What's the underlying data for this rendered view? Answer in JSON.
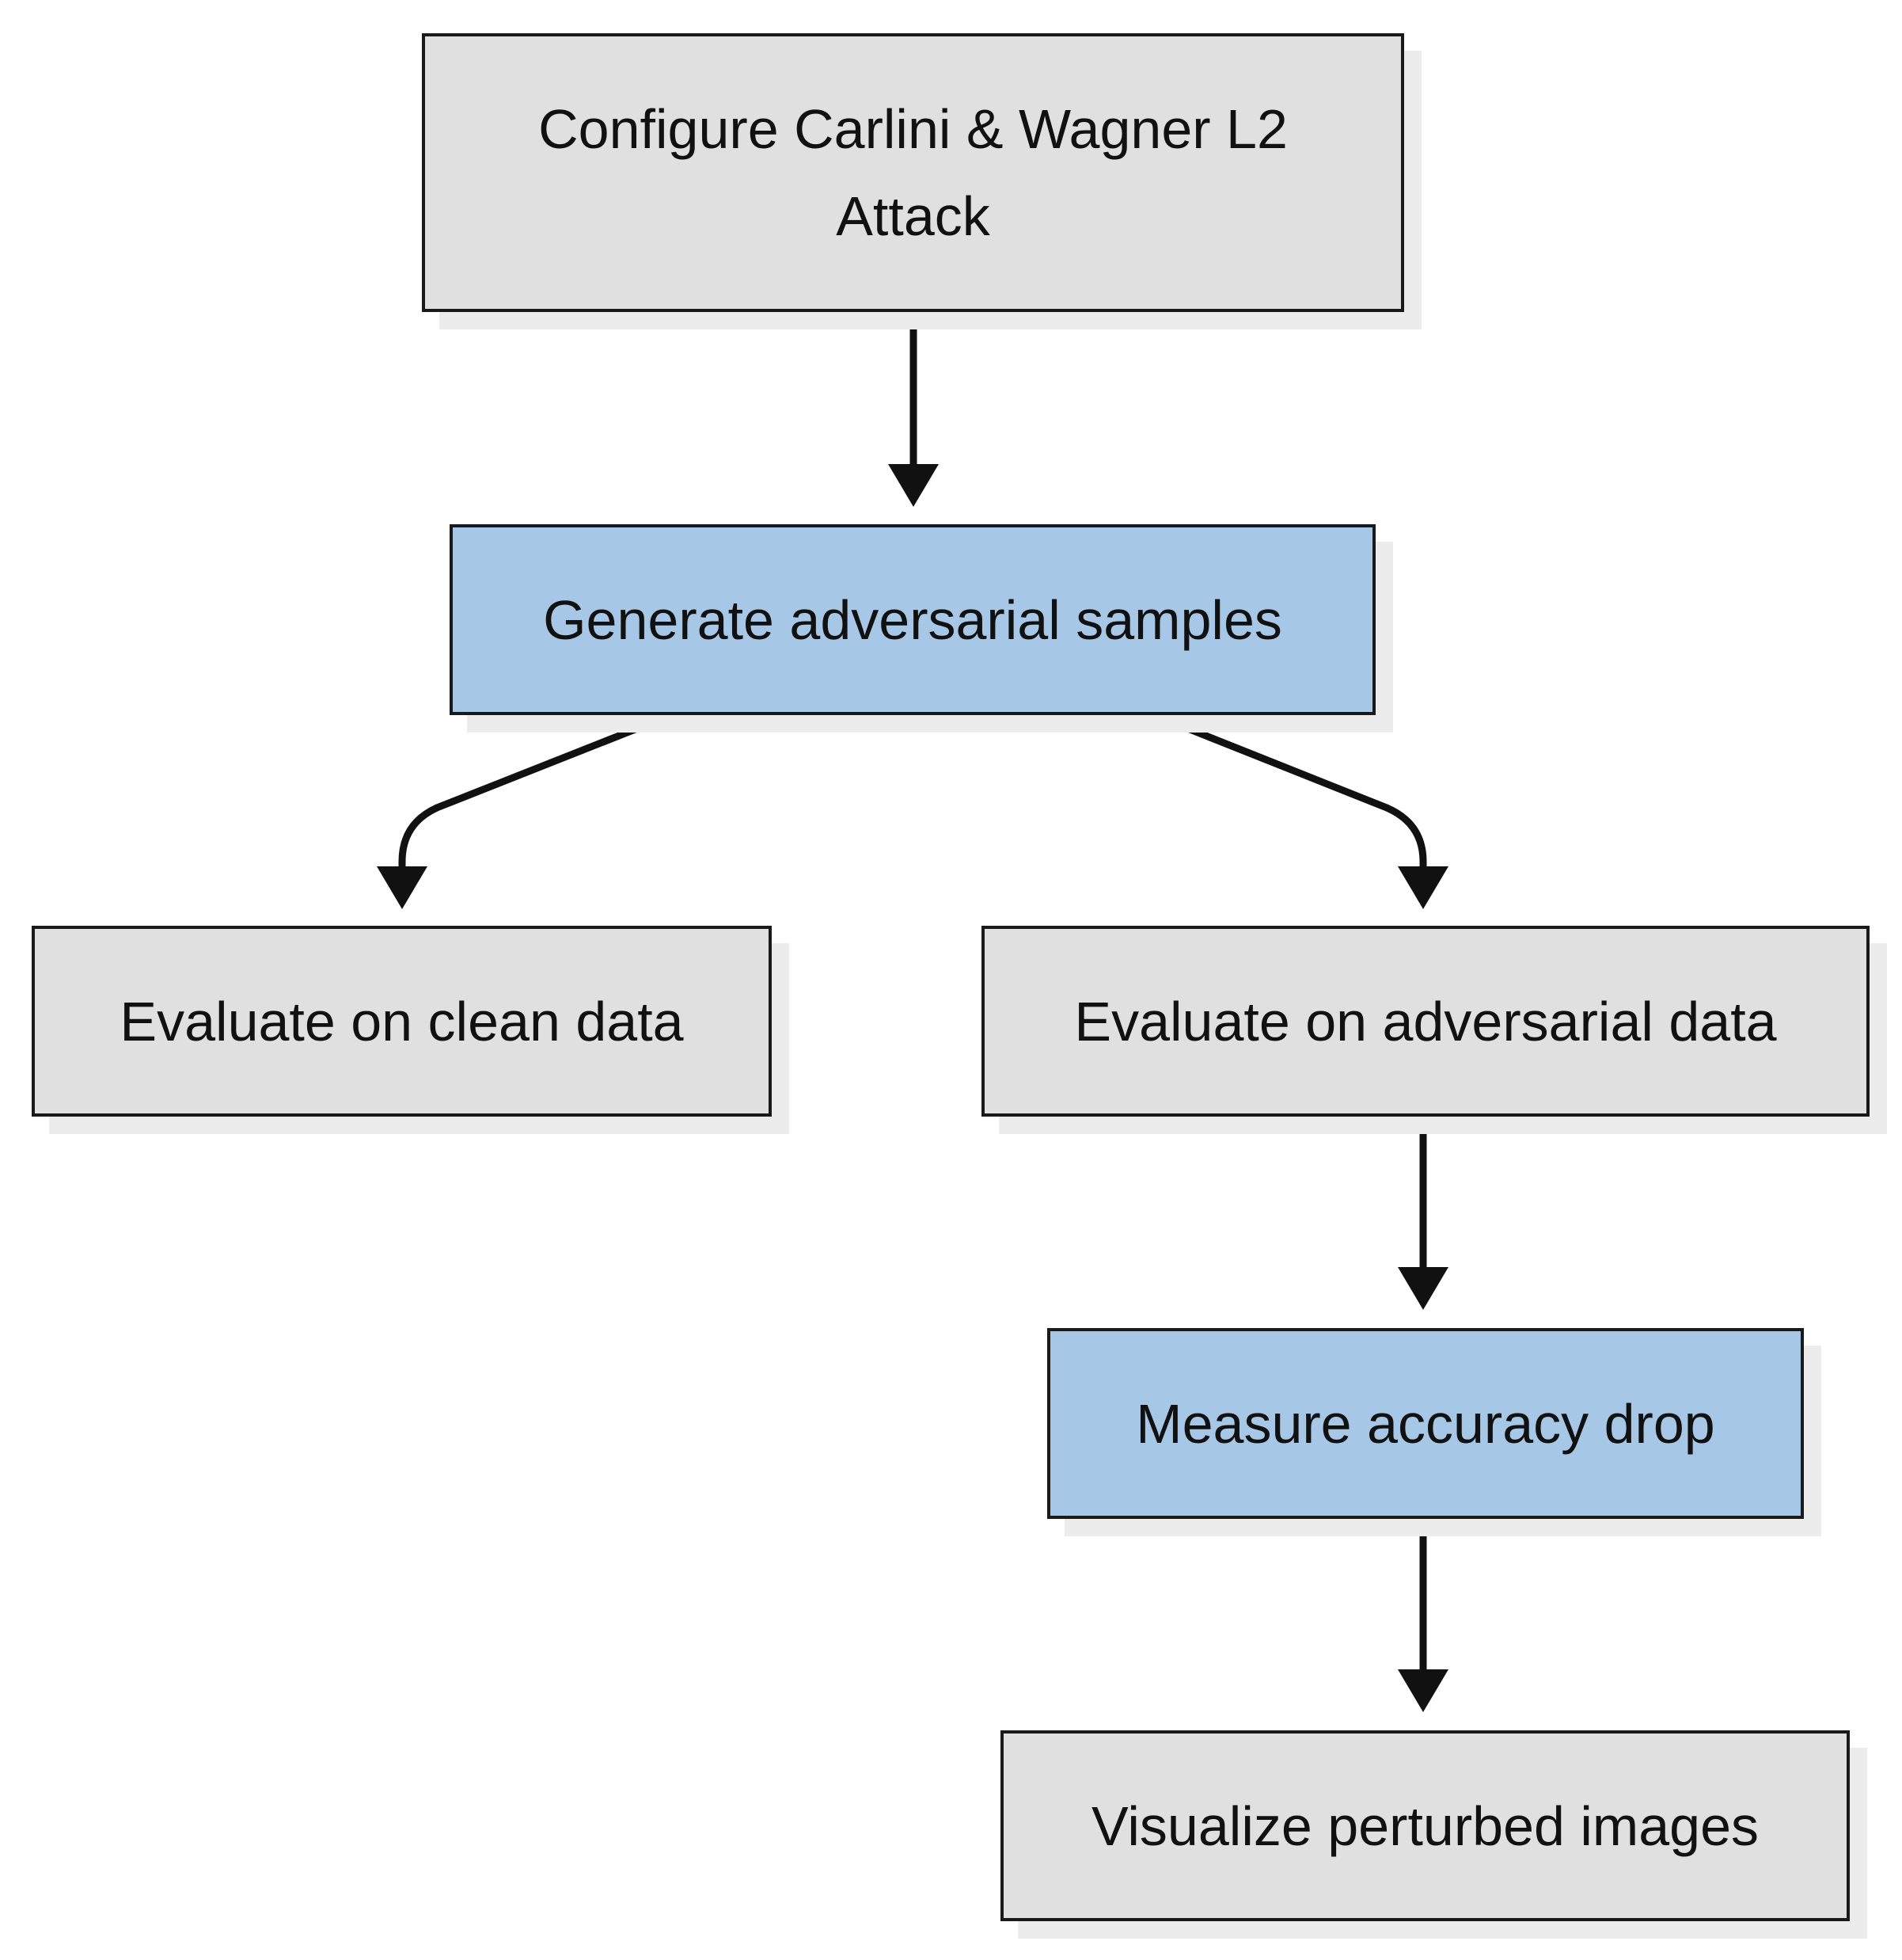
{
  "diagram": {
    "nodes": [
      {
        "id": "configure",
        "label": "Configure Carlini & Wagner L2 Attack",
        "fill": "#e0e0e0"
      },
      {
        "id": "generate",
        "label": "Generate adversarial samples",
        "fill": "#a7c7e7"
      },
      {
        "id": "eval-clean",
        "label": "Evaluate on clean data",
        "fill": "#e0e0e0"
      },
      {
        "id": "eval-adv",
        "label": "Evaluate on adversarial data",
        "fill": "#e0e0e0"
      },
      {
        "id": "measure",
        "label": "Measure accuracy drop",
        "fill": "#a7c7e7"
      },
      {
        "id": "visualize",
        "label": "Visualize perturbed images",
        "fill": "#e0e0e0"
      }
    ],
    "edges": [
      {
        "from": "configure",
        "to": "generate"
      },
      {
        "from": "generate",
        "to": "eval-clean"
      },
      {
        "from": "generate",
        "to": "eval-adv"
      },
      {
        "from": "eval-adv",
        "to": "measure"
      },
      {
        "from": "measure",
        "to": "visualize"
      }
    ],
    "colors": {
      "edge": "#111111",
      "border": "#1a1a1a",
      "shadow": "#ececec"
    }
  }
}
